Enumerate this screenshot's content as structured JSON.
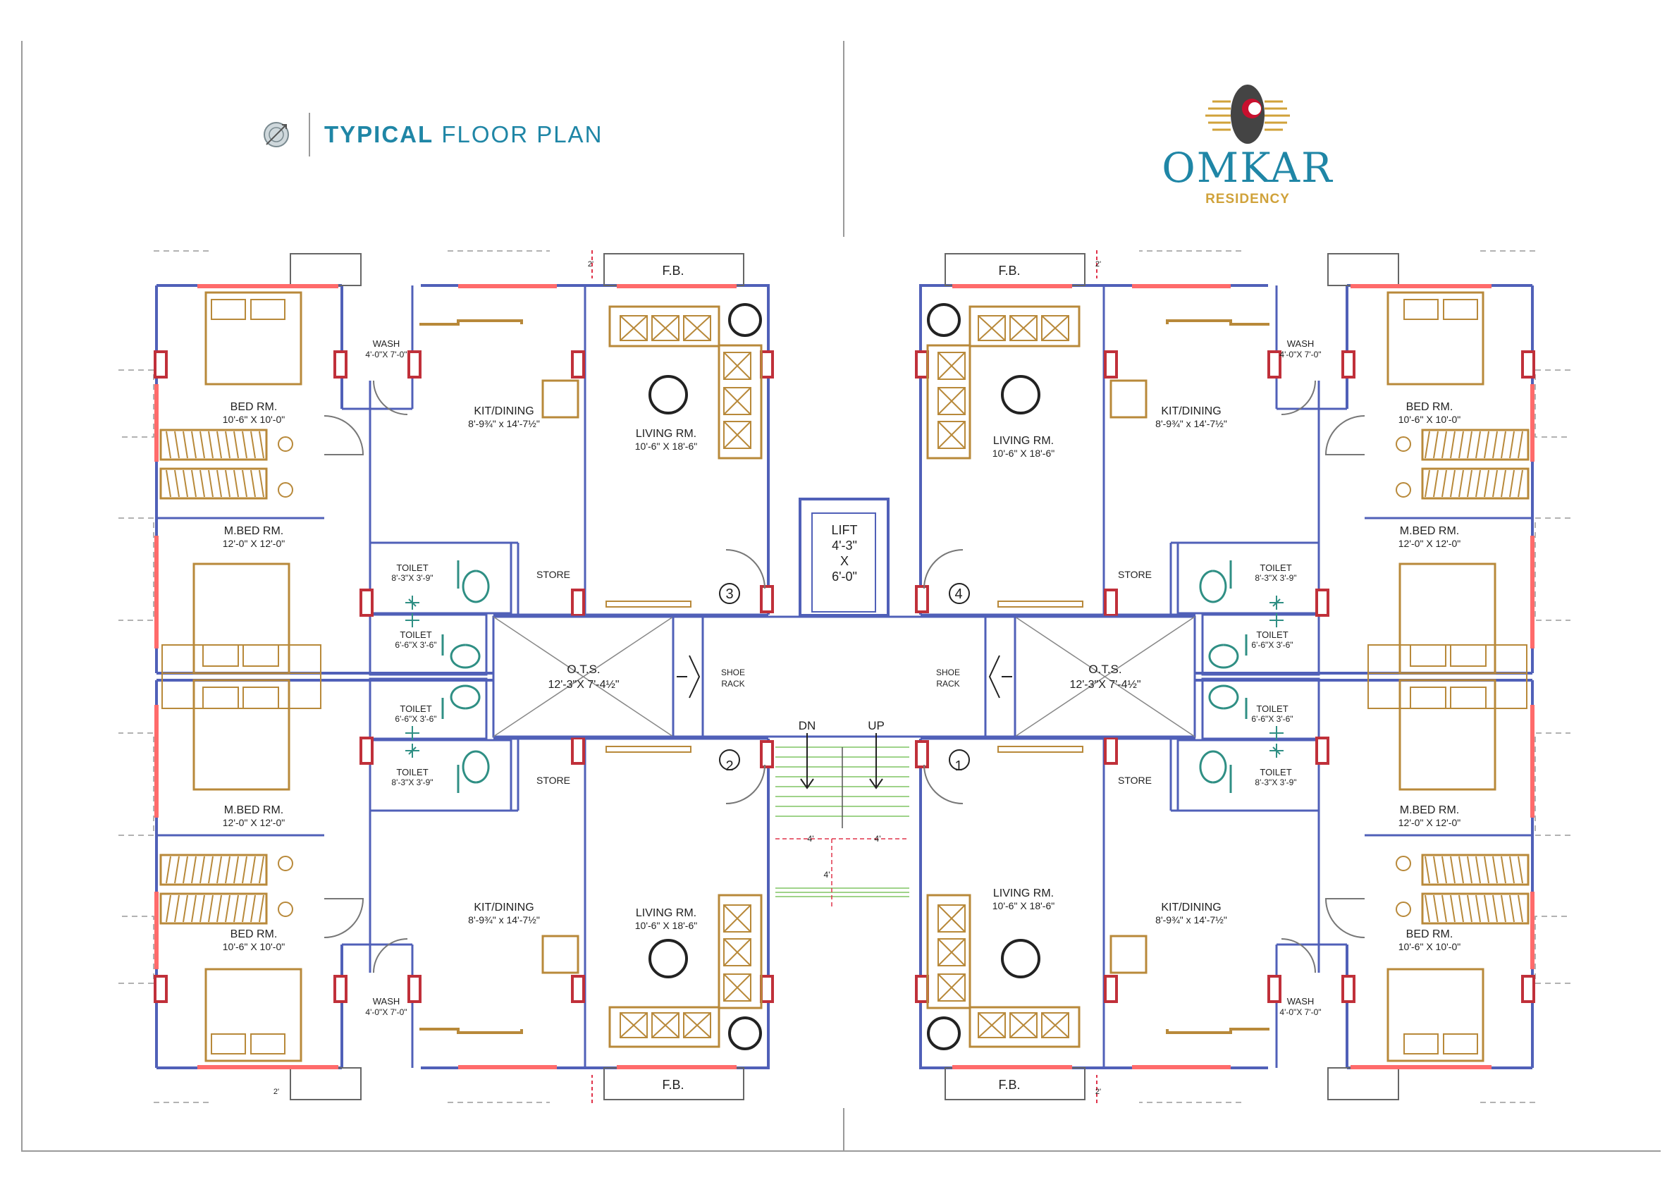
{
  "header": {
    "title_bold": "TYPICAL",
    "title_light": " FLOOR PLAN",
    "compass_icon": "north-arrow-icon"
  },
  "logo": {
    "name": "OMKAR",
    "subtitle": "RESIDENCY",
    "colors": {
      "brand": "#1f86a6",
      "gold": "#d0a23a",
      "accent": "#c8102e",
      "mark": "#444444"
    }
  },
  "colors": {
    "wall": "#5060b8",
    "window": "#ff6b6b",
    "column": "#c0303a",
    "furniture": "#b8893a",
    "sanitary": "#2f8f84",
    "dims": "#e0334a",
    "stair": "#9fd38a"
  },
  "plan": {
    "flats": [
      {
        "number": "3",
        "living": {
          "name": "LIVING RM.",
          "size": "10'-6\" X 18'-6\""
        },
        "kitchen": {
          "name": "KIT/DINING",
          "size": "8'-9¾\" x 14'-7½\""
        },
        "bed": {
          "name": "BED RM.",
          "size": "10'-6\" X 10'-0\""
        },
        "master": {
          "name": "M.BED RM.",
          "size": "12'-0\" X 12'-0\""
        },
        "wash": {
          "name": "WASH",
          "size": "4'-0\"X 7'-0\""
        },
        "toilet_a": {
          "name": "TOILET",
          "size": "8'-3\"X 3'-9\""
        },
        "toilet_b": {
          "name": "TOILET",
          "size": "6'-6\"X 3'-6\""
        },
        "store": "STORE",
        "fb": "F.B."
      },
      {
        "number": "2",
        "living": {
          "name": "LIVING RM.",
          "size": "10'-6\" X 18'-6\""
        },
        "kitchen": {
          "name": "KIT/DINING",
          "size": "8'-9¾\" x 14'-7½\""
        },
        "bed": {
          "name": "BED RM.",
          "size": "10'-6\" X 10'-0\""
        },
        "master": {
          "name": "M.BED RM.",
          "size": "12'-0\" X 12'-0\""
        },
        "wash": {
          "name": "WASH",
          "size": "4'-0\"X 7'-0\""
        },
        "toilet_a": {
          "name": "TOILET",
          "size": "8'-3\"X 3'-9\""
        },
        "toilet_b": {
          "name": "TOILET",
          "size": "6'-6\"X 3'-6\""
        },
        "store": "STORE",
        "fb": "F.B."
      },
      {
        "number": "4",
        "living": {
          "name": "LIVING RM.",
          "size": "10'-6\" X 18'-6\""
        },
        "kitchen": {
          "name": "KIT/DINING",
          "size": "8'-9¾\" x 14'-7½\""
        },
        "bed": {
          "name": "BED RM.",
          "size": "10'-6\" X 10'-0\""
        },
        "master": {
          "name": "M.BED RM.",
          "size": "12'-0\" X 12'-0\""
        },
        "wash": {
          "name": "WASH",
          "size": "4'-0\"X 7'-0\""
        },
        "toilet_a": {
          "name": "TOILET",
          "size": "8'-3\"X 3'-9\""
        },
        "toilet_b": {
          "name": "TOILET",
          "size": "6'-6\"X 3'-6\""
        },
        "store": "STORE",
        "fb": "F.B."
      },
      {
        "number": "1",
        "living": {
          "name": "LIVING RM.",
          "size": "10'-6\" X 18'-6\""
        },
        "kitchen": {
          "name": "KIT/DINING",
          "size": "8'-9¾\" x 14'-7½\""
        },
        "bed": {
          "name": "BED RM.",
          "size": "10'-6\" X 10'-0\""
        },
        "master": {
          "name": "M.BED RM.",
          "size": "12'-0\" X 12'-0\""
        },
        "wash": {
          "name": "WASH",
          "size": "4'-0\"X 7'-0\""
        },
        "toilet_a": {
          "name": "TOILET",
          "size": "8'-3\"X 3'-9\""
        },
        "toilet_b": {
          "name": "TOILET",
          "size": "6'-6\"X 3'-6\""
        },
        "store": "STORE",
        "fb": "F.B."
      }
    ],
    "core": {
      "lift_lines": [
        "LIFT",
        "4'-3\"",
        "X",
        "6'-0\""
      ],
      "ots_name": "O.T.S.",
      "ots_size": "12'-3\"X 7'-4½\"",
      "shoe_rack_lines": [
        "SHOE",
        "RACK"
      ],
      "stair_dn": "DN",
      "stair_up": "UP",
      "stair_dim": "4'",
      "offset_dim": "2'"
    }
  }
}
